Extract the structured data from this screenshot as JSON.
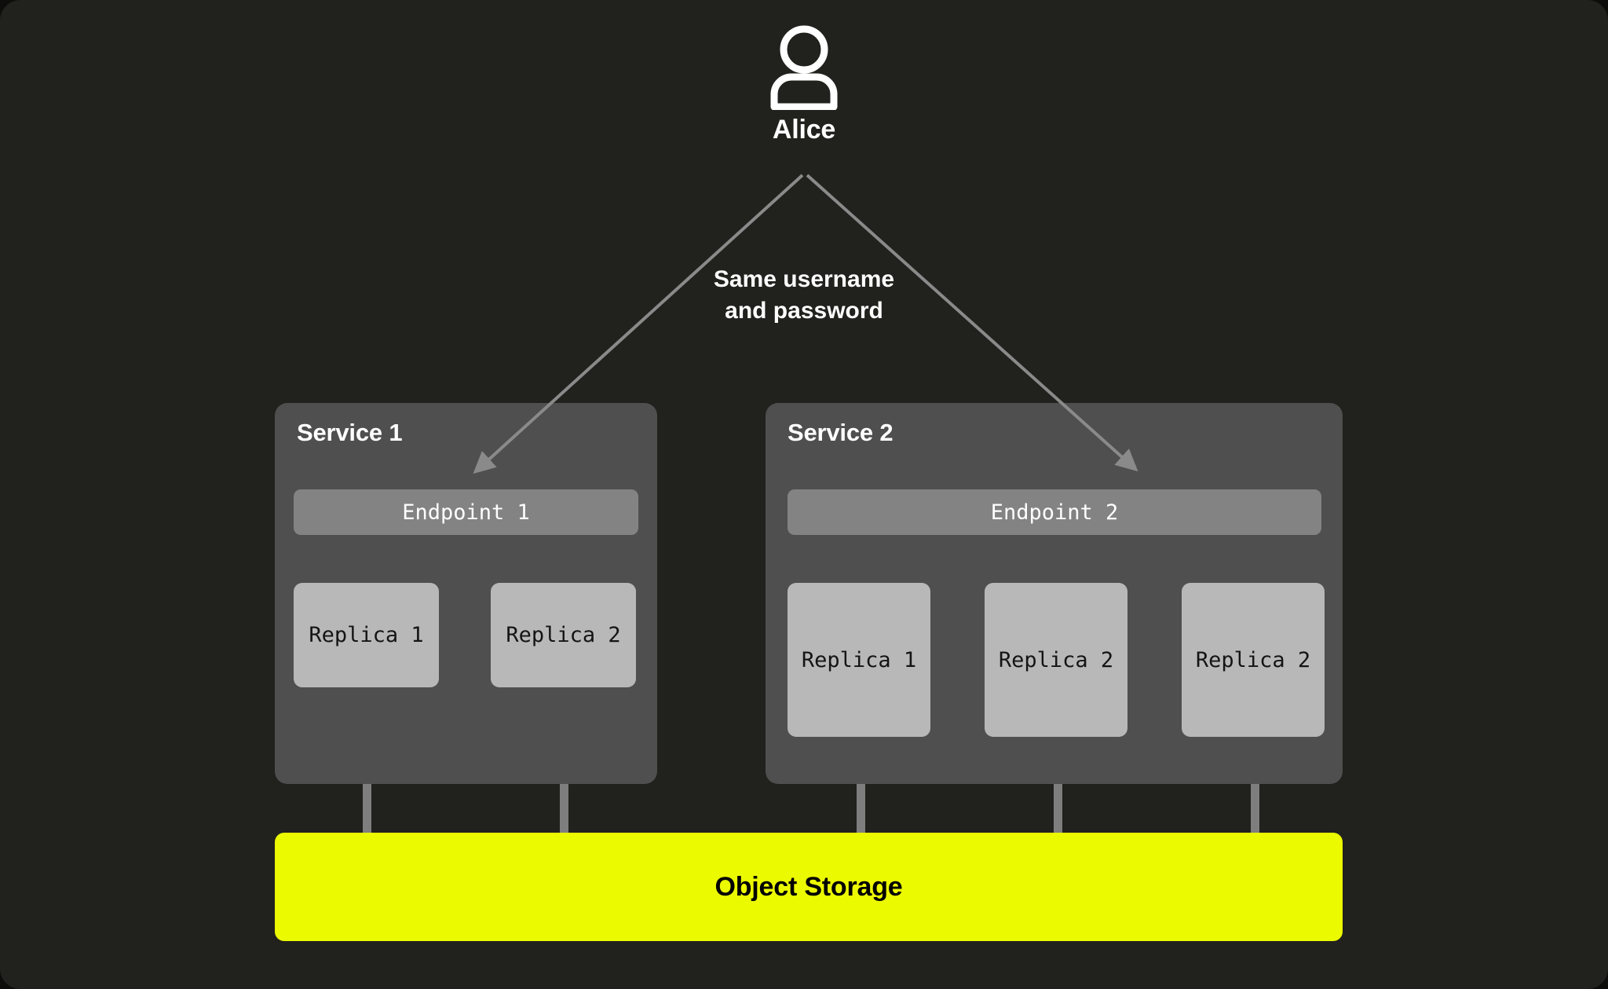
{
  "theme": {
    "background": "#21211D",
    "panel_fill": "#4F4F4F",
    "endpoint_fill": "#838383",
    "replica_fill": "#B8B8B8",
    "storage_fill": "#ECFA00",
    "wire_color": "#7E7E7E",
    "arrow_color": "#8A8A8A",
    "text_light": "#FFFFFF",
    "text_dark": "#141414"
  },
  "actor": {
    "icon": "user-icon",
    "label": "Alice"
  },
  "caption": {
    "line1": "Same username",
    "line2": "and password"
  },
  "services": [
    {
      "title": "Service 1",
      "endpoint": "Endpoint 1",
      "replicas": [
        "Replica 1",
        "Replica 2"
      ]
    },
    {
      "title": "Service 2",
      "endpoint": "Endpoint 2",
      "replicas": [
        "Replica 1",
        "Replica 2",
        "Replica 2"
      ]
    }
  ],
  "storage": {
    "label": "Object Storage"
  }
}
